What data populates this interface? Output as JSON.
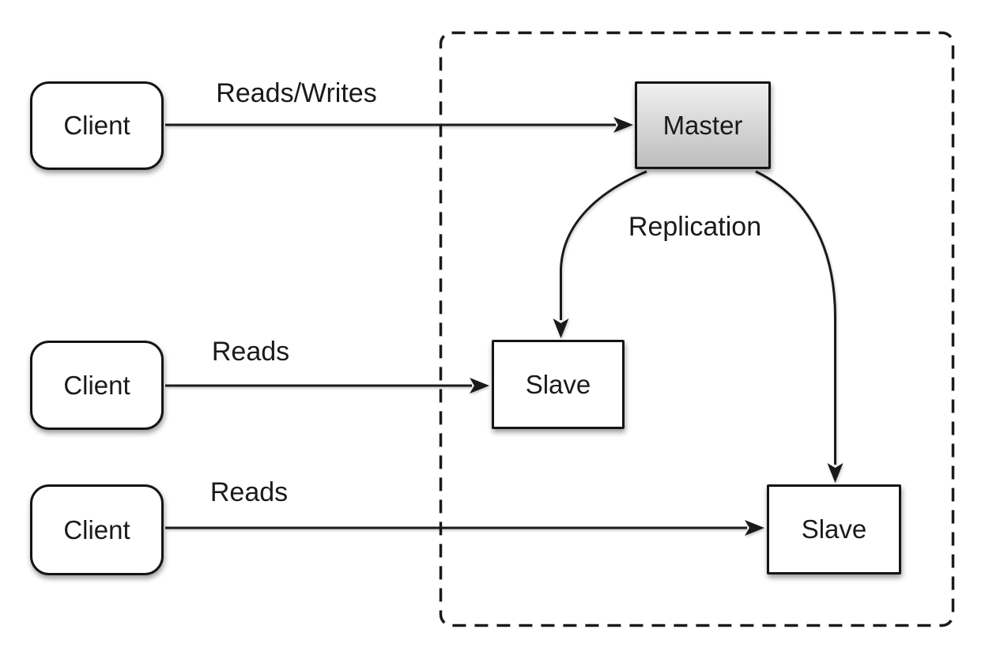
{
  "diagram": {
    "type": "master-slave-replication-architecture",
    "clients": [
      {
        "id": "client-1",
        "label": "Client"
      },
      {
        "id": "client-2",
        "label": "Client"
      },
      {
        "id": "client-3",
        "label": "Client"
      }
    ],
    "replication_group": {
      "master": {
        "id": "master",
        "label": "Master"
      },
      "slaves": [
        {
          "id": "slave-1",
          "label": "Slave"
        },
        {
          "id": "slave-2",
          "label": "Slave"
        }
      ]
    },
    "edges": [
      {
        "from": "client-1",
        "to": "master",
        "label": "Reads/Writes"
      },
      {
        "from": "client-2",
        "to": "slave-1",
        "label": "Reads"
      },
      {
        "from": "client-3",
        "to": "slave-2",
        "label": "Reads"
      },
      {
        "from": "master",
        "to": "slave-1, slave-2",
        "label": "Replication"
      }
    ],
    "colors": {
      "line": "#1a1a1a",
      "node_border": "#141414",
      "node_fill": "#ffffff",
      "master_fill_top": "#f0f0f0",
      "master_fill_bottom": "#bdbdbd",
      "background": "#ffffff",
      "text": "#1a1a1a"
    }
  }
}
